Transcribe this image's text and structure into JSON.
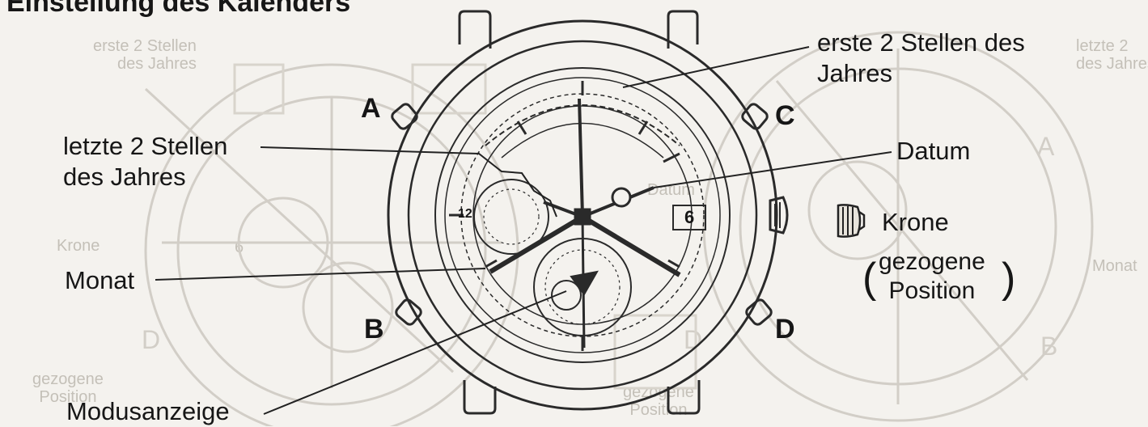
{
  "title": "Einstellung des Kalenders",
  "labels": {
    "first_two_digits_line1": "erste 2 Stellen des",
    "first_two_digits_line2": "Jahres",
    "last_two_digits_line1": "letzte 2 Stellen",
    "last_two_digits_line2": "des Jahres",
    "date": "Datum",
    "crown": "Krone",
    "pulled_position_line1": "gezogene",
    "pulled_position_line2": "Position",
    "paren_open": "(",
    "paren_close": ")",
    "month": "Monat",
    "mode_indicator": "Modusanzeige"
  },
  "buttons": {
    "a": "A",
    "b": "B",
    "c": "C",
    "d": "D"
  },
  "date_window": "6",
  "subdial_number": "12",
  "background_ghost": {
    "left_top_line1": "erste 2 Stellen",
    "left_top_line2": "des Jahres",
    "right_top_line1": "letzte 2",
    "right_top_line2": "des Jahres",
    "left_crown": "Krone",
    "right_month": "Monat",
    "left_pulled_line1": "gezogene",
    "left_pulled_line2": "Position",
    "center_date": "Datum",
    "letter_a": "A",
    "letter_b": "B",
    "letter_d_left": "D",
    "letter_d_center": "D",
    "center_window": "6",
    "bottom_pulled_line1": "gezogene",
    "bottom_pulled_line2": "Position"
  },
  "colors": {
    "ink": "#161616",
    "ghost": "#c4c0b8",
    "paper": "#f4f2ee"
  }
}
